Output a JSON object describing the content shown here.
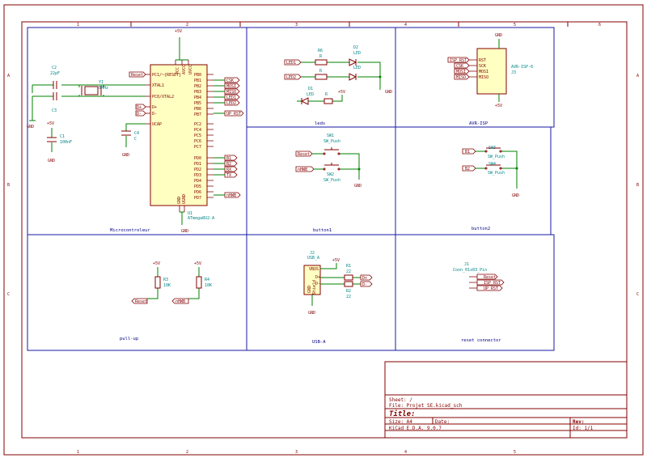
{
  "frame": {
    "col_labels": [
      "1",
      "2",
      "3",
      "4",
      "5",
      "6"
    ],
    "row_labels": [
      "A",
      "B",
      "C"
    ]
  },
  "title_block": {
    "sheet": "Sheet: /",
    "file": "File: Projet SE.kicad_sch",
    "title": "Title:",
    "size": "Size: A4",
    "date": "Date:",
    "rev": "Rev:",
    "tool": "KiCad E.D.A. 9.0.7",
    "id": "Id: 1/1"
  },
  "blocks": {
    "micro": "Microcontroleur",
    "leds": "leds",
    "avr": "AVR-ISP",
    "button1": "button1",
    "button2": "button2",
    "pullup": "pull-up",
    "usb": "USB-A",
    "reset_conn": "reset connector"
  },
  "mcu": {
    "ref": "U1",
    "value": "ATmega8U2-A",
    "left_pins": [
      "PC1/~{RESET}",
      "XTAL1",
      "PC0/XTAL2",
      "D+",
      "D-",
      "UCAP"
    ],
    "right_pins": [
      "PB0",
      "PB1",
      "PB2",
      "PB3",
      "PB4",
      "PB5",
      "PB6",
      "PB7",
      "PC2",
      "PC4",
      "PC5",
      "PC6",
      "PC7",
      "PD0",
      "PD1",
      "PD2",
      "PD3",
      "PD4",
      "PD5",
      "PD6",
      "PD7"
    ],
    "top_pins": [
      "VCC",
      "AVCC",
      "UVCC"
    ],
    "bottom_pins": [
      "GND",
      "UGND"
    ],
    "power": "+5V",
    "gnd": "GND",
    "labels_right": [
      "CSK",
      "MOSI",
      "MISO",
      "LED1",
      "LED2",
      "UP_RST",
      "B1",
      "B2",
      "RX",
      "TX",
      "nHWB"
    ],
    "labels_left": [
      "Reset",
      "D+",
      "D-"
    ]
  },
  "parts": {
    "c2_ref": "C2",
    "c2_val": "22pF",
    "c3_ref": "C3",
    "y1_ref": "Y1",
    "y1_val": "8MHz",
    "c1_ref": "C1",
    "c1_val": "100nF",
    "c4_ref": "C4",
    "c4_val": "C",
    "r6_ref": "R6",
    "r6_val": "R",
    "r5_val": "R",
    "d2_ref": "D2",
    "d2_val": "LED",
    "d3_val": "LED",
    "d1_ref": "D1",
    "d1_val": "LED",
    "r7_val": "R",
    "sw1_ref": "SW1",
    "sw1_val": "SW_Push",
    "sw2_ref": "SW2",
    "sw2_val": "SW_Push",
    "sw3_ref": "SW3",
    "sw3_val": "SW_Push",
    "sw4_ref": "SW4",
    "sw4_val": "SW_Push",
    "j3_ref": "J3",
    "j3_val": "AVR-ISP-6",
    "r3_ref": "R3",
    "r3_val": "10K",
    "r4_ref": "R4",
    "r4_val": "10K",
    "j2_ref": "J2",
    "j2_val": "USB_A",
    "r1_ref": "R1",
    "r1_val": "22",
    "r2_ref": "R2",
    "r2_val": "22",
    "j1_ref": "J1",
    "j1_val": "Conn_01x03_Pin"
  },
  "nets": {
    "led1": "LED1",
    "led2": "LED2",
    "reset": "Reset",
    "nhwb": "nHWB",
    "b1": "B1",
    "b2": "B2",
    "isp_rst": "ISP_RST",
    "csk": "CSK",
    "mosi": "MOSI",
    "miso": "MISO",
    "dplus": "D+",
    "dminus": "D-",
    "up_rst": "UP_RST",
    "plus5v": "+5V",
    "gnd": "GND",
    "j3_pins": [
      "RST",
      "SCK",
      "MOSI",
      "MISO"
    ],
    "usb_pins": [
      "VBUS",
      "D+",
      "D-",
      "GND",
      "Shield"
    ]
  }
}
